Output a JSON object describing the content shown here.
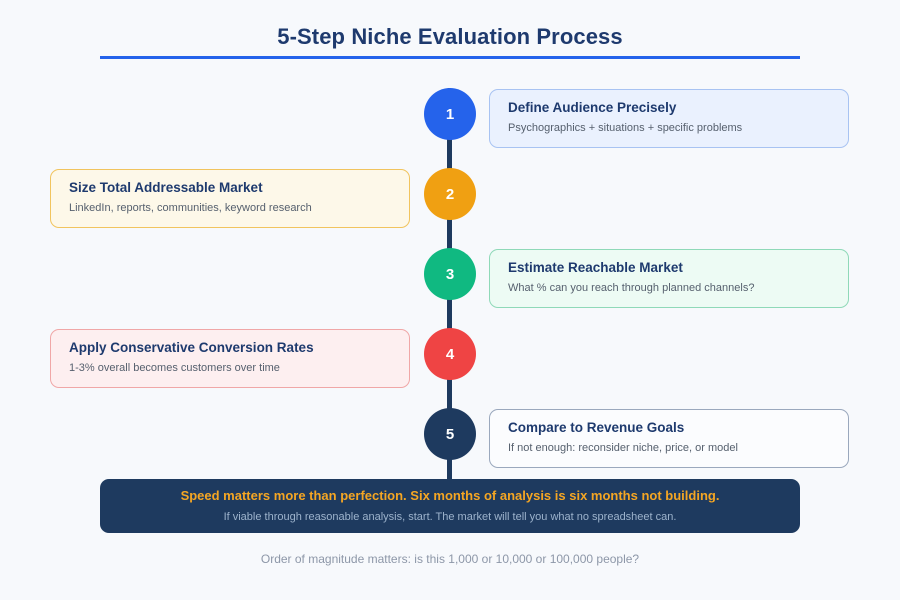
{
  "header": {
    "title": "5-Step Niche Evaluation Process"
  },
  "steps": [
    {
      "number": "1",
      "title": "Define Audience Precisely",
      "desc": "Psychographics + situations + specific problems",
      "side": "right",
      "circle_color": "#2563eb",
      "card_bg": "#eaf1fe",
      "card_border": "#a8c3f2"
    },
    {
      "number": "2",
      "title": "Size Total Addressable Market",
      "desc": "LinkedIn, reports, communities, keyword research",
      "side": "left",
      "circle_color": "#f0a012",
      "card_bg": "#fdf8e9",
      "card_border": "#f1c45e"
    },
    {
      "number": "3",
      "title": "Estimate Reachable Market",
      "desc": "What % can you reach through planned channels?",
      "side": "right",
      "circle_color": "#10b981",
      "card_bg": "#edfbf4",
      "card_border": "#8fd9b8"
    },
    {
      "number": "4",
      "title": "Apply Conservative Conversion Rates",
      "desc": "1-3% overall becomes customers over time",
      "side": "left",
      "circle_color": "#ef4444",
      "card_bg": "#fdeff0",
      "card_border": "#f0a7a7"
    },
    {
      "number": "5",
      "title": "Compare to Revenue Goals",
      "desc": "If not enough: reconsider niche, price, or model",
      "side": "right",
      "circle_color": "#1e3a5f",
      "card_bg": "#fbfcfe",
      "card_border": "#9aa8bd"
    }
  ],
  "banner": {
    "headline": "Speed matters more than perfection. Six months of analysis is six months not building.",
    "subtext": "If viable through reasonable analysis, start. The market will tell you what no spreadsheet can."
  },
  "footnote": {
    "text": "Order of magnitude matters: is this 1,000 or 10,000 or 100,000 people?"
  },
  "colors": {
    "background": "#f7f9fc",
    "title": "#1e3a6e",
    "rule": "#2563eb",
    "axis": "#1e3a5f",
    "banner_bg": "#1e3a5f",
    "banner_headline": "#f5a623",
    "banner_sub": "#9db3cc",
    "footnote": "#8d97a8"
  }
}
